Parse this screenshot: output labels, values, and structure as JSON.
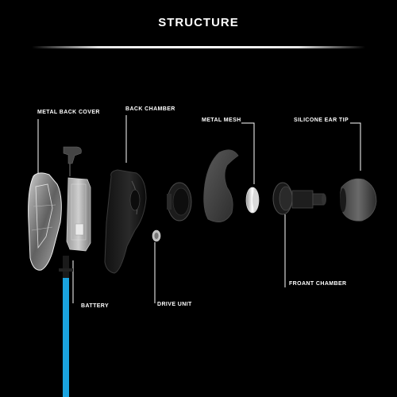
{
  "title": "STRUCTURE",
  "labels": {
    "metal_back_cover": "METAL BACK COVER",
    "back_chamber": "BACK CHAMBER",
    "metal_mesh": "METAL MESH",
    "silicone_ear_tip": "SILICONE EAR TIP",
    "battery": "BATTERY",
    "drive_unit": "DRIVE UNIT",
    "froant_chamber": "FROANT CHAMBER"
  },
  "colors": {
    "background": "#000000",
    "text": "#ffffff",
    "cable_accent": "#1aa3df"
  }
}
